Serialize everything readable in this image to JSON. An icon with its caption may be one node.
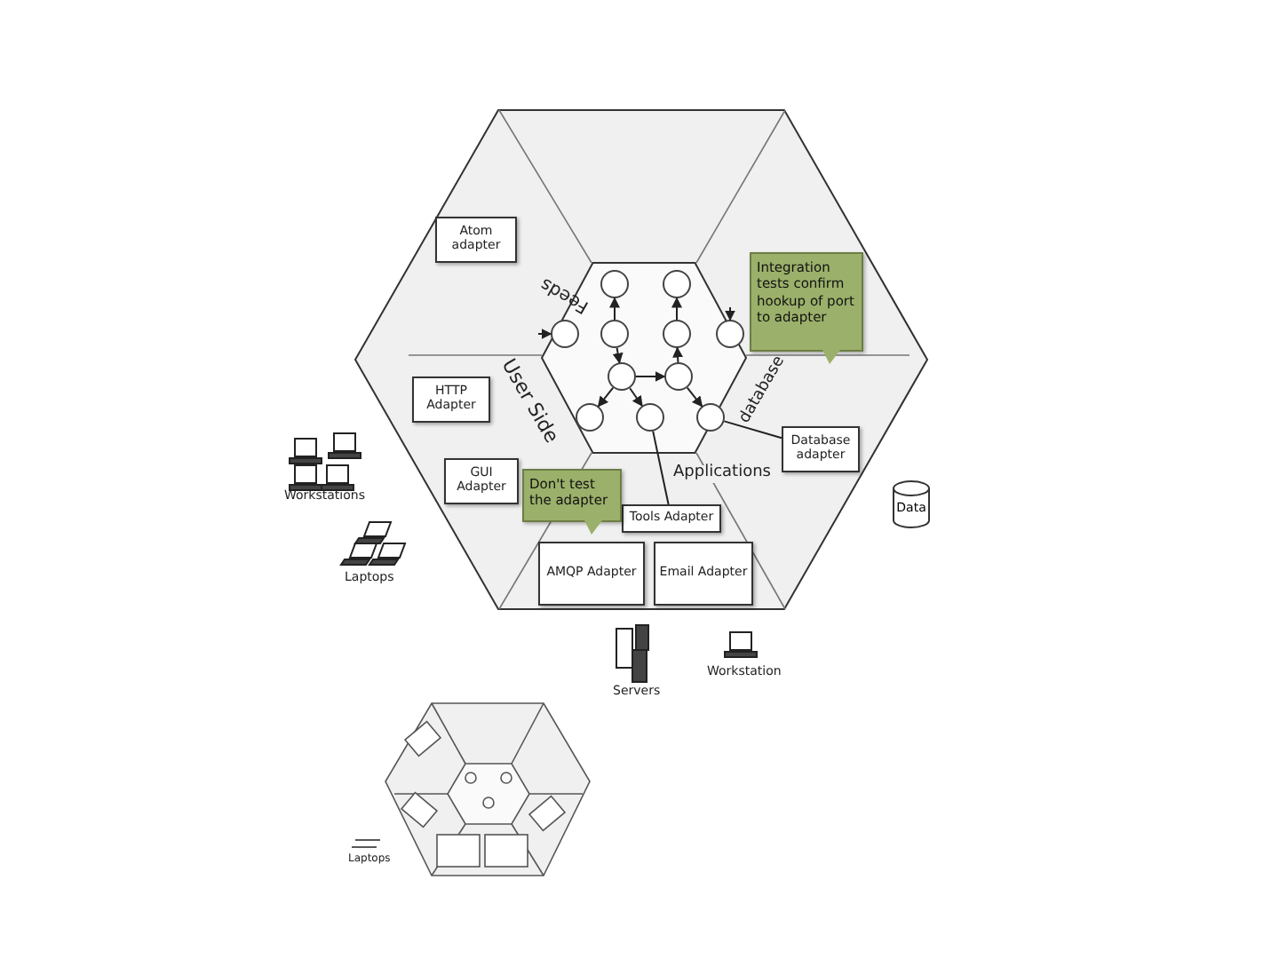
{
  "diagram": {
    "nodes": [
      {
        "text": [],
        "shape": "hexagon"
      },
      {
        "text": [],
        "shape": "hexagon",
        "in": 0
      },
      {
        "text": [
          "Atom adapter"
        ],
        "in": 0
      },
      {
        "text": [
          "HTTP Adapter"
        ],
        "in": 0
      },
      {
        "text": [
          "GUI Adapter"
        ],
        "in": 0
      },
      {
        "text": [
          "Database adapter"
        ],
        "in": 0
      },
      {
        "text": [
          "Tools Adapter"
        ],
        "in": 0
      },
      {
        "text": [
          "AMQP Adapter"
        ],
        "in": 0
      },
      {
        "text": [
          "Email Adapter"
        ],
        "in": 0
      },
      {
        "text": [
          "Integration tests confirm hookup of port to adapter"
        ],
        "in": 0
      },
      {
        "text": [
          "Don't test the adapter"
        ],
        "in": 0
      },
      {
        "text": [],
        "shape": "circle",
        "in": 1
      },
      {
        "text": [],
        "shape": "circle",
        "in": 1
      },
      {
        "text": [],
        "shape": "circle",
        "in": 1
      },
      {
        "text": [],
        "shape": "circle",
        "in": 1
      },
      {
        "text": [],
        "shape": "circle",
        "in": 1
      },
      {
        "text": [],
        "shape": "circle",
        "in": 1
      },
      {
        "text": [],
        "shape": "circle",
        "in": 1
      },
      {
        "text": [],
        "shape": "circle",
        "in": 1
      },
      {
        "text": [],
        "shape": "circle",
        "in": 1
      },
      {
        "text": [],
        "shape": "circle",
        "in": 1
      },
      {
        "text": [],
        "shape": "circle",
        "in": 1
      },
      {
        "text": [
          "Data"
        ]
      }
    ],
    "edges": [
      {
        "from": 14,
        "to": 11,
        "arrow": "to"
      },
      {
        "from": 15,
        "to": 12,
        "arrow": "to"
      },
      {
        "from": 18,
        "to": 15,
        "arrow": "to"
      },
      {
        "from": null,
        "to": 13,
        "arrow": "to"
      },
      {
        "from": null,
        "to": 16,
        "arrow": "to"
      },
      {
        "from": 14,
        "to": 17,
        "arrow": "to"
      },
      {
        "from": 17,
        "to": 18,
        "arrow": "to"
      },
      {
        "from": 17,
        "to": 19,
        "arrow": "to"
      },
      {
        "from": 18,
        "to": 21,
        "arrow": "to"
      },
      {
        "from": 17,
        "to": 20,
        "arrow": "to"
      },
      {
        "from": 21,
        "to": 5,
        "arrow": "none"
      },
      {
        "from": 20,
        "to": 6,
        "arrow": "none"
      }
    ],
    "labels": [
      "Feeds",
      "User Side",
      "database",
      "Applications",
      "Workstations",
      "Laptops",
      "Servers",
      "Workstation",
      "Laptops"
    ]
  }
}
